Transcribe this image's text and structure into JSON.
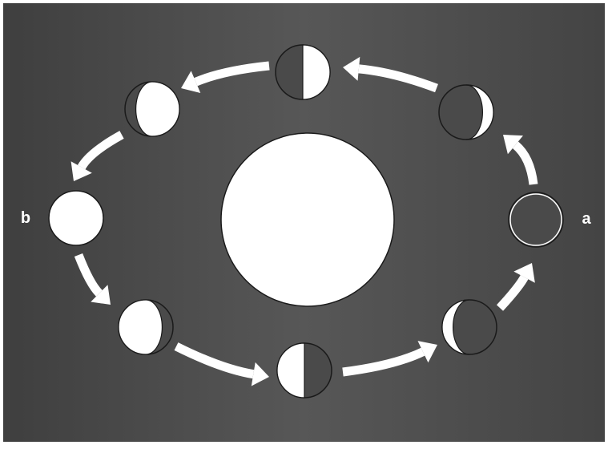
{
  "labels": {
    "a": "a",
    "b": "b"
  },
  "colors": {
    "background": "#4a4a4a",
    "light": "#ffffff",
    "dark": "#4a4a4a",
    "outline": "#1a1a1a"
  },
  "phases": [
    {
      "name": "new-moon",
      "lit": 0.0,
      "side": "right"
    },
    {
      "name": "waxing-crescent",
      "lit": 0.2,
      "side": "right"
    },
    {
      "name": "first-quarter",
      "lit": 0.5,
      "side": "right"
    },
    {
      "name": "waxing-gibbous",
      "lit": 0.8,
      "side": "right"
    },
    {
      "name": "full-moon",
      "lit": 1.0,
      "side": "right"
    },
    {
      "name": "waning-gibbous",
      "lit": 0.8,
      "side": "left"
    },
    {
      "name": "third-quarter",
      "lit": 0.5,
      "side": "left"
    },
    {
      "name": "waning-crescent",
      "lit": 0.2,
      "side": "left"
    }
  ]
}
